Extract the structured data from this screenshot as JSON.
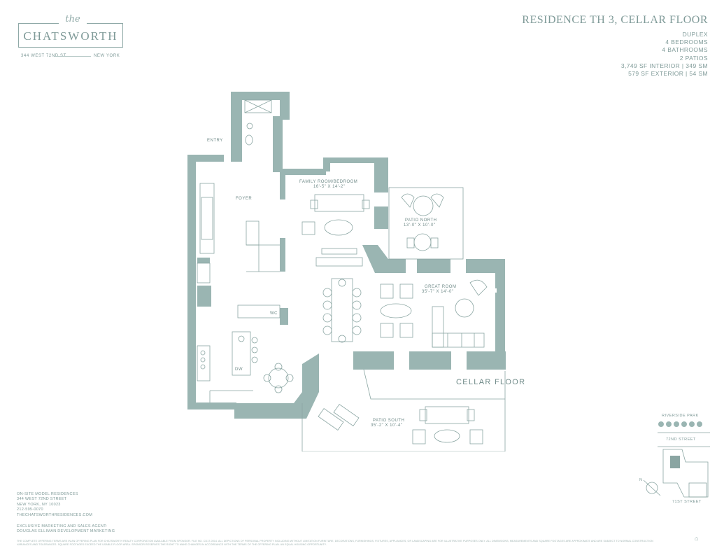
{
  "logo": {
    "the": "the",
    "name": "CHATSWORTH",
    "address": "344 WEST 72ND ST",
    "city": "NEW YORK"
  },
  "residence": {
    "title": "RESIDENCE TH 3, CELLAR FLOOR",
    "specs": [
      "DUPLEX",
      "4 BEDROOMS",
      "4 BATHROOMS",
      "2 PATIOS",
      "3,749 SF INTERIOR | 349 SM",
      "579 SF EXTERIOR | 54 SM"
    ]
  },
  "plan": {
    "entry": "ENTRY",
    "foyer": "FOYER",
    "family_room": "FAMILY ROOM/BEDROOM",
    "family_room_dim": "16'-5\" X 14'-2\"",
    "patio_north": "PATIO NORTH",
    "patio_north_dim": "13'-0\" X 10'-0\"",
    "great_room": "GREAT ROOM",
    "great_room_dim": "35'-7\" X 14'-0\"",
    "patio_south": "PATIO SOUTH",
    "patio_south_dim": "35'-2\" X 10'-4\"",
    "wc": "WC",
    "dw": "DW",
    "floor_label": "CELLAR FLOOR",
    "colors": {
      "wall": "#9ab5b2",
      "line": "#8aa5a2",
      "text": "#6f8a88"
    }
  },
  "keymap": {
    "riverside": "RIVERSIDE PARK",
    "street_72": "72ND STREET",
    "street_71": "71ST STREET",
    "north": "N"
  },
  "office": {
    "lines": [
      "ON-SITE MODEL RESIDENCES",
      "344 WEST 72ND STREET",
      "NEW YORK, NY 10023",
      "212-595-0070",
      "THECHATSWORTHRESIDENCES.COM"
    ]
  },
  "agent": {
    "lines": [
      "EXCLUSIVE MARKETING AND SALES AGENT:",
      "DOUGLAS ELLIMAN DEVELOPMENT MARKETING"
    ]
  },
  "disclaimer": "THE COMPLETE OFFERING TERMS ARE IN AN OFFERING PLAN FOR CHATSWORTH REALTY CORPORATION AVAILABLE FROM SPONSOR. FILE NO. CD17-0014. ALL DEPICTIONS OF PERSONAL PROPERTY INCLUDING WITHOUT LIMITATION FURNITURE, DECORATIONS, FURNISHINGS, FIXTURES, APPLIANCES, OR LANDSCAPING ARE FOR ILLUSTRATIVE PURPOSES ONLY. ALL DIMENSIONS, MEASUREMENTS AND SQUARE FOOTAGES ARE APPROXIMATE AND ARE SUBJECT TO NORMAL CONSTRUCTION VARIANCES AND TOLERANCES. SQUARE FOOTAGES EXCEED THE USABLE FLOOR AREA. SPONSOR RESERVES THE RIGHT TO MAKE CHANGES IN ACCORDANCE WITH THE TERMS OF THE OFFERING PLAN. AN EQUAL HOUSING OPPORTUNITY.",
  "eho_icon": "equal-housing-icon"
}
